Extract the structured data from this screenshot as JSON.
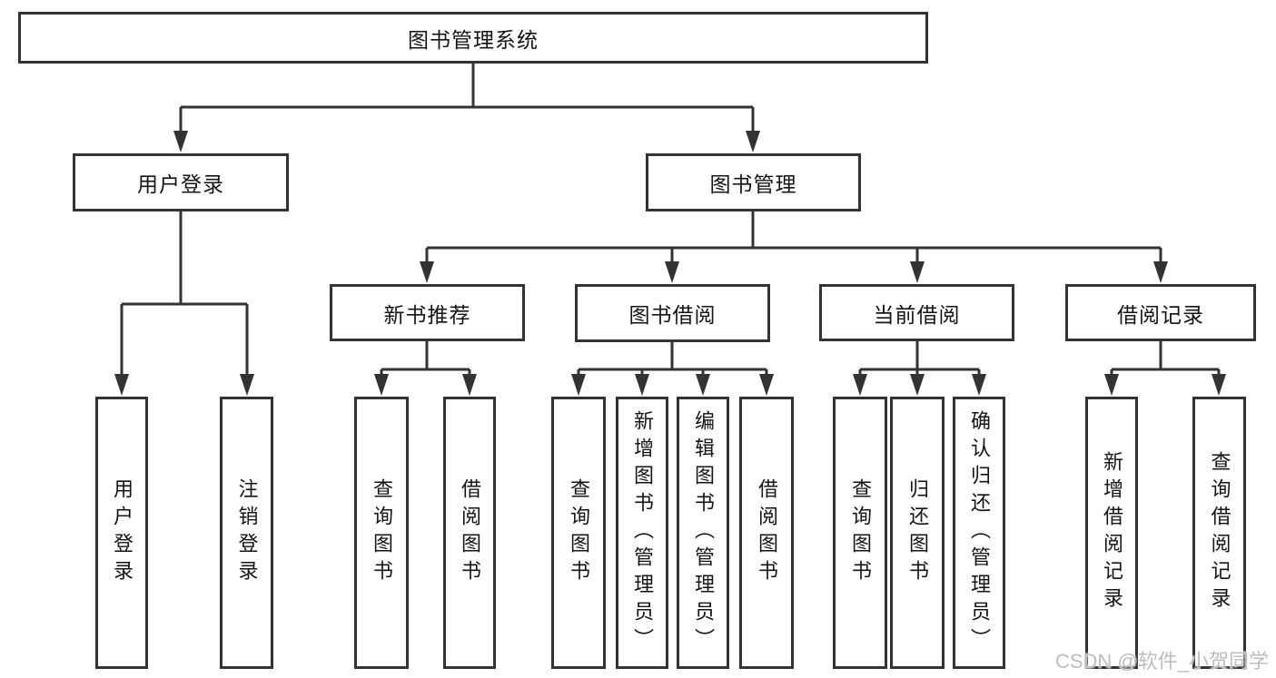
{
  "diagram_colors": {
    "line": "#333333",
    "node_border": "#333333",
    "node_fill": "#ffffff",
    "text": "#141414",
    "watermark": "#bdbdbd"
  },
  "tree": {
    "label": "图书管理系统",
    "children": [
      {
        "label": "用户登录",
        "children": [
          {
            "label": "用户登录"
          },
          {
            "label": "注销登录"
          }
        ]
      },
      {
        "label": "图书管理",
        "children": [
          {
            "label": "新书推荐",
            "children": [
              {
                "label": "查询图书"
              },
              {
                "label": "借阅图书"
              }
            ]
          },
          {
            "label": "图书借阅",
            "children": [
              {
                "label": "查询图书"
              },
              {
                "label": "新增图书（管理员）"
              },
              {
                "label": "编辑图书（管理员）"
              },
              {
                "label": "借阅图书"
              }
            ]
          },
          {
            "label": "当前借阅",
            "children": [
              {
                "label": "查询图书"
              },
              {
                "label": "归还图书"
              },
              {
                "label": "确认归还（管理员）"
              }
            ]
          },
          {
            "label": "借阅记录",
            "children": [
              {
                "label": "新增借阅记录"
              },
              {
                "label": "查询借阅记录"
              }
            ]
          }
        ]
      }
    ]
  },
  "watermark": {
    "text": "CSDN @软件_小贺同学"
  }
}
